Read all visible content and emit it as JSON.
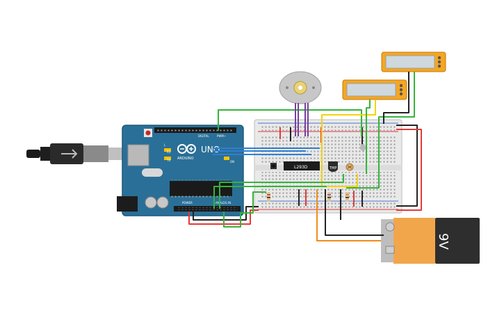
{
  "arduino": {
    "logo_text": "UNO",
    "brand_text": "ARDUINO",
    "digital_label": "DIGITAL",
    "pwm_label": "PWM~",
    "power_label": "POWER",
    "analog_label": "ANALOG IN",
    "tx_label": "TX",
    "rx_label": "RX",
    "l_label": "L",
    "on_label": "ON"
  },
  "driver_chip": {
    "label": "L293D"
  },
  "temp_sensor": {
    "label": "TMP"
  },
  "battery": {
    "label": "9V"
  },
  "colors": {
    "arduino_board": "#2a6f97",
    "breadboard": "#e9e9e9",
    "battery_body": "#f2a64b",
    "battery_cap": "#2e2e2e",
    "lcd_frame": "#f5a623",
    "lcd_screen": "#cfd8dc",
    "wire_green": "#35b43a",
    "wire_red": "#e53935",
    "wire_black": "#222222",
    "wire_yellow": "#f5d20a",
    "wire_blue": "#2f7fd1",
    "wire_purple": "#7b3fa0",
    "wire_orange": "#f08c1a"
  }
}
